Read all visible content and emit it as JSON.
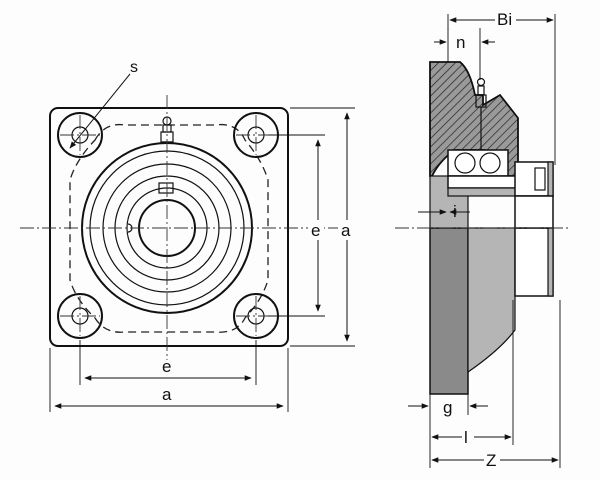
{
  "labels": {
    "s": "s",
    "e_vertical": "e",
    "a_vertical": "a",
    "e_horizontal": "e",
    "a_horizontal": "a",
    "n": "n",
    "Bi": "Bi",
    "i": "i",
    "g": "g",
    "l": "l",
    "Z": "Z"
  },
  "colors": {
    "line": "#111111",
    "housing_fill": "#8a8a8a",
    "background": "#fdfdfd"
  }
}
